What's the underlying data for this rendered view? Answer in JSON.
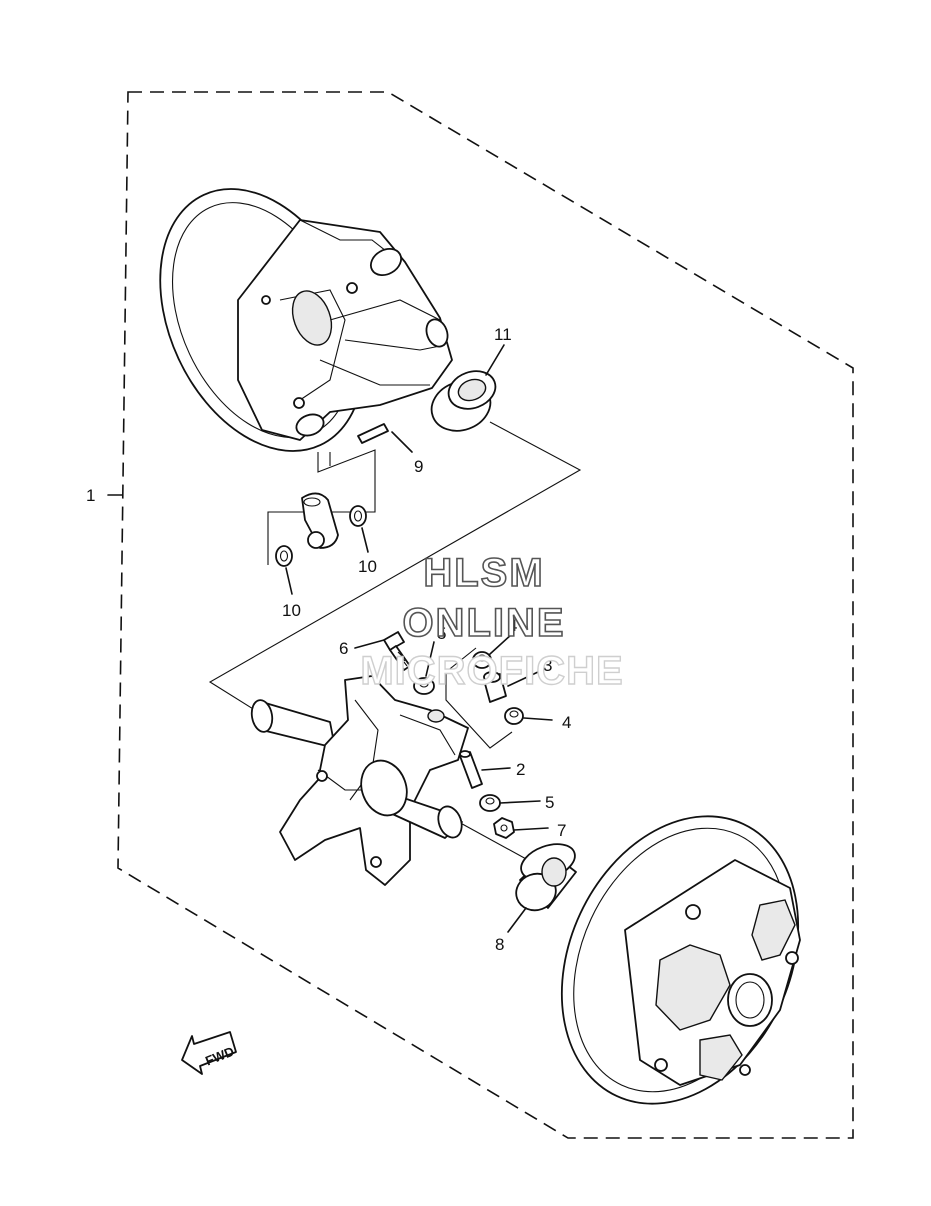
{
  "callouts": {
    "c1": "1",
    "c2": "2",
    "c3": "3",
    "c4a": "4",
    "c4b": "4",
    "c5a": "5",
    "c5b": "5",
    "c6": "6",
    "c7": "7",
    "c8": "8",
    "c9": "9",
    "c10a": "10",
    "c10b": "10",
    "c11": "11"
  },
  "watermark": {
    "line1": "HLSM",
    "line2": "ONLINE",
    "line3": "MICROFICHE"
  },
  "direction_arrow": {
    "label": "FWD"
  }
}
